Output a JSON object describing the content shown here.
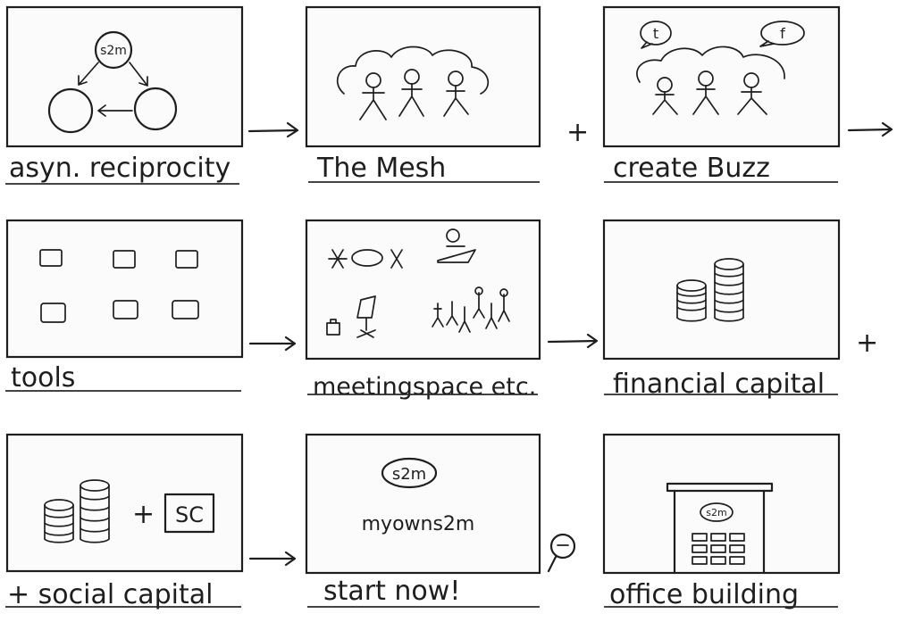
{
  "panels": {
    "asyn": {
      "caption": "asyn. reciprocity",
      "logo": "s2m"
    },
    "mesh": {
      "caption": "The Mesh"
    },
    "buzz": {
      "caption": "create Buzz",
      "bubble_left": "t",
      "bubble_right": "f"
    },
    "tools": {
      "caption": "tools"
    },
    "meeting": {
      "caption": "meetingspace etc."
    },
    "financial": {
      "caption": "financial capital"
    },
    "social": {
      "caption": "+ social capital",
      "plus": "+",
      "box_label": "SC"
    },
    "start": {
      "caption": "start now!",
      "logo": "s2m",
      "subtitle": "myowns2m"
    },
    "office": {
      "caption": "office building",
      "logo": "s2m"
    }
  },
  "operators": {
    "plus": "+"
  },
  "icons": [
    "arrow-right-icon",
    "plus-icon",
    "magnifier-icon"
  ]
}
